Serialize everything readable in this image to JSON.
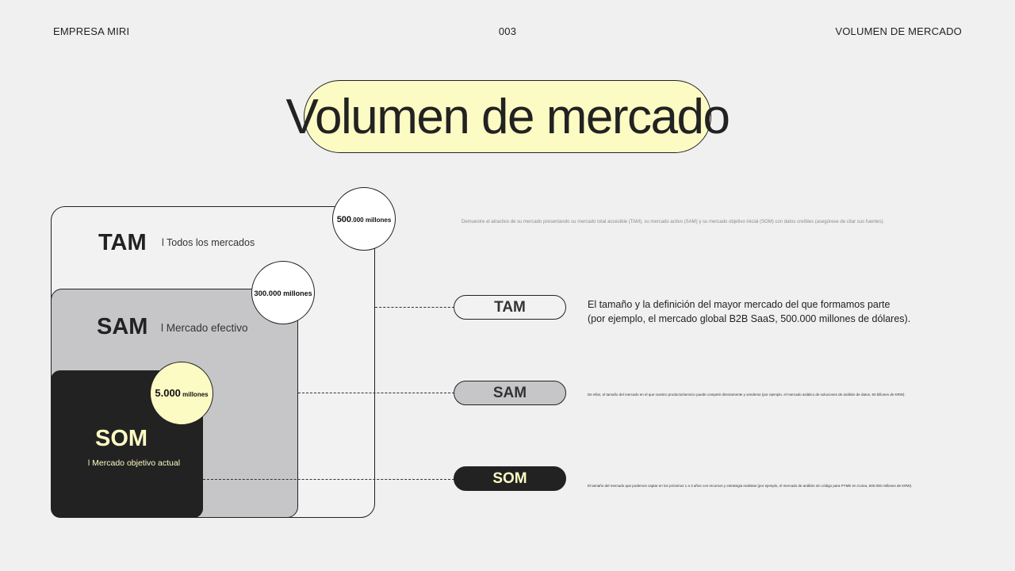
{
  "header": {
    "left": "EMPRESA MIRI",
    "page_number": "003",
    "right": "VOLUMEN DE MERCADO"
  },
  "title": "Volumen de mercado",
  "intro": "Demuestre el atractivo de su mercado presentando su mercado total accesible (TAM), su mercado activo (SAM) y su mercado objetivo inicial (SOM) con datos creíbles (asegúrese de citar sus fuentes).",
  "diagram": {
    "tam": {
      "label": "TAM",
      "sub": "l Todos los mercados",
      "value_num": "500",
      "value_rest": ".000 millones"
    },
    "sam": {
      "label": "SAM",
      "sub": "l Mercado efectivo",
      "value_num": "300.000",
      "value_rest": " millones"
    },
    "som": {
      "label": "SOM",
      "sub": "l Mercado objetivo actual",
      "value_num": "5.000",
      "value_rest": " millones"
    }
  },
  "legend": {
    "tam": {
      "label": "TAM",
      "desc_line1": "El tamaño y la definición del mayor mercado del que formamos parte",
      "desc_line2": "(por ejemplo, el mercado global B2B SaaS, 500.000 millones de dólares)."
    },
    "sam": {
      "label": "SAM",
      "desc": "De ellos, el tamaño del mercado en el que nuestro producto/servicio puede competir directamente y venderse (por ejemplo, el mercado asiático de soluciones de análisis de datos, 50 billones de KRW)."
    },
    "som": {
      "label": "SOM",
      "desc": "El tamaño del mercado que podemos captar en los próximos 1 a 3 años con recursos y estrategia realistas (por ejemplo, el mercado de análisis sin código para PYME en Corea, 500.000 millones de KRW)."
    }
  },
  "colors": {
    "background": "#f0f0f0",
    "accent_yellow": "#fdfbc4",
    "sam_gray": "#c6c5c7",
    "som_dark": "#222222"
  }
}
